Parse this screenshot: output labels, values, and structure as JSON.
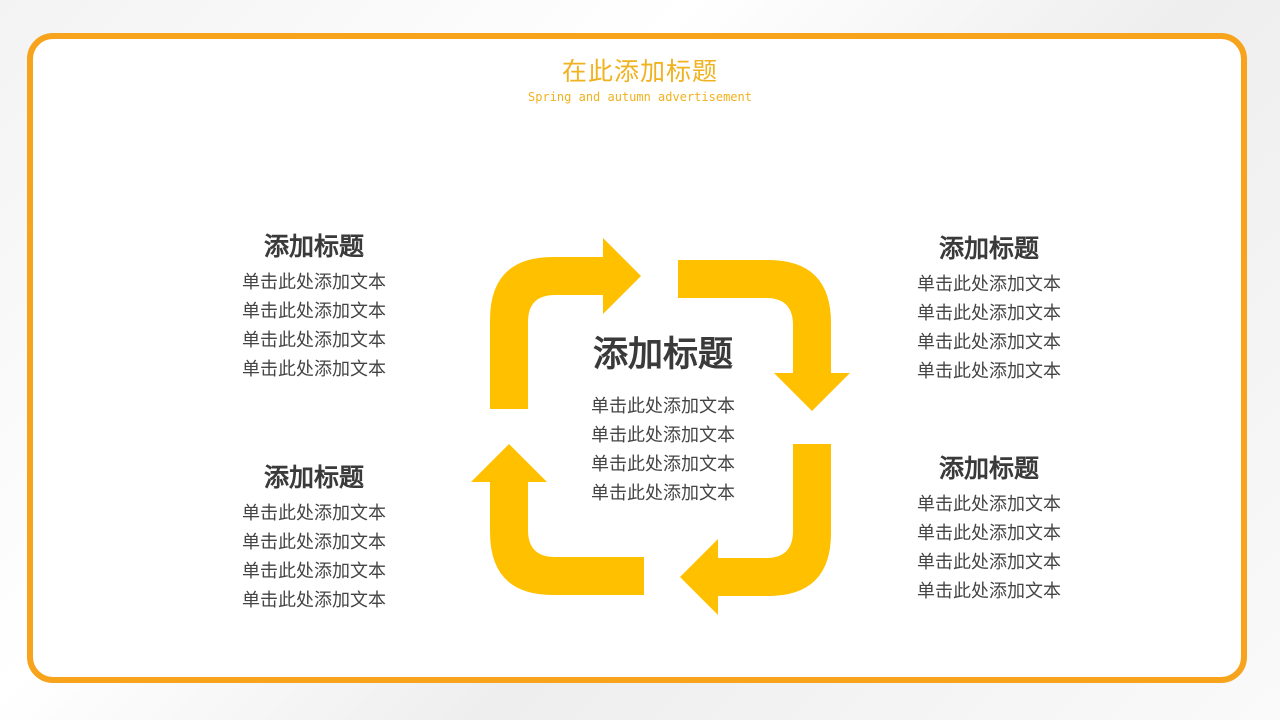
{
  "header": {
    "title": "在此添加标题",
    "subtitle": "Spring and autumn advertisement"
  },
  "center": {
    "title": "添加标题",
    "lines": [
      "单击此处添加文本",
      "单击此处添加文本",
      "单击此处添加文本",
      "单击此处添加文本"
    ]
  },
  "blocks": {
    "top_left": {
      "title": "添加标题",
      "lines": [
        "单击此处添加文本",
        "单击此处添加文本",
        "单击此处添加文本",
        "单击此处添加文本"
      ]
    },
    "bottom_left": {
      "title": "添加标题",
      "lines": [
        "单击此处添加文本",
        "单击此处添加文本",
        "单击此处添加文本",
        "单击此处添加文本"
      ]
    },
    "top_right": {
      "title": "添加标题",
      "lines": [
        "单击此处添加文本",
        "单击此处添加文本",
        "单击此处添加文本",
        "单击此处添加文本"
      ]
    },
    "bottom_right": {
      "title": "添加标题",
      "lines": [
        "单击此处添加文本",
        "单击此处添加文本",
        "单击此处添加文本",
        "单击此处添加文本"
      ]
    }
  },
  "colors": {
    "frame_border": "#f7a31b",
    "arrow_fill": "#ffc000",
    "title_color": "#f0b21e"
  },
  "icons": [
    "cycle-arrow-icon"
  ]
}
